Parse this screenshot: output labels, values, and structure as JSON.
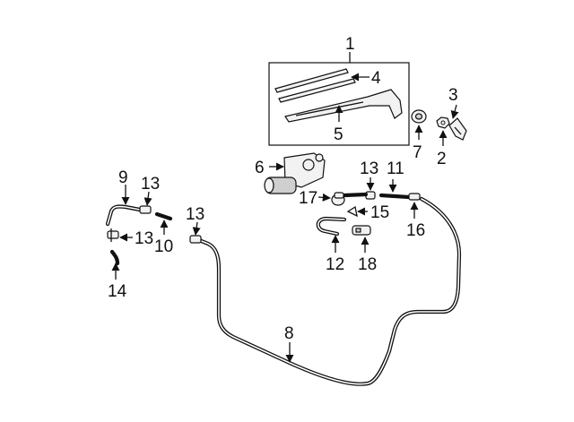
{
  "callouts": {
    "c1": "1",
    "c2": "2",
    "c3": "3",
    "c4": "4",
    "c5": "5",
    "c6": "6",
    "c7": "7",
    "c8": "8",
    "c9": "9",
    "c10": "10",
    "c11": "11",
    "c12": "12",
    "c13a": "13",
    "c13b": "13",
    "c13c": "13",
    "c13d": "13",
    "c14": "14",
    "c15": "15",
    "c16": "16",
    "c17": "17",
    "c18": "18"
  }
}
